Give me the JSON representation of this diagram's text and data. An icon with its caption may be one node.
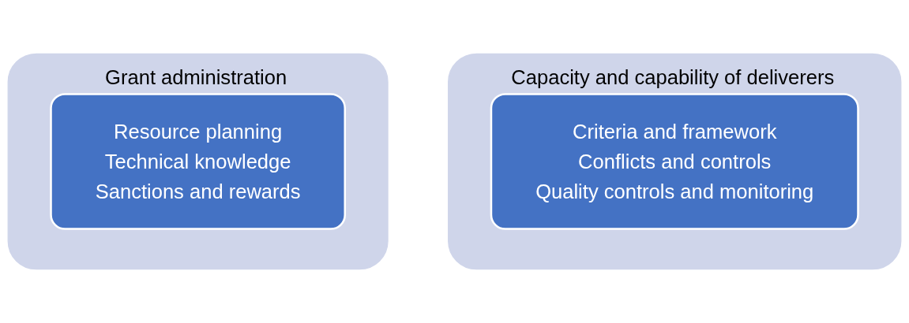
{
  "diagram": {
    "nodes": [
      {
        "text": [
          "Capacity and capability of deliverers"
        ]
      },
      {
        "text": [
          "Criteria and framework",
          "Conflicts and controls",
          "Quality controls and monitoring"
        ],
        "in": 0
      },
      {
        "text": [
          "Grant administration"
        ]
      },
      {
        "text": [
          "Resource planning",
          "Technical knowledge",
          "Sanctions and rewards"
        ],
        "in": 2
      }
    ]
  }
}
